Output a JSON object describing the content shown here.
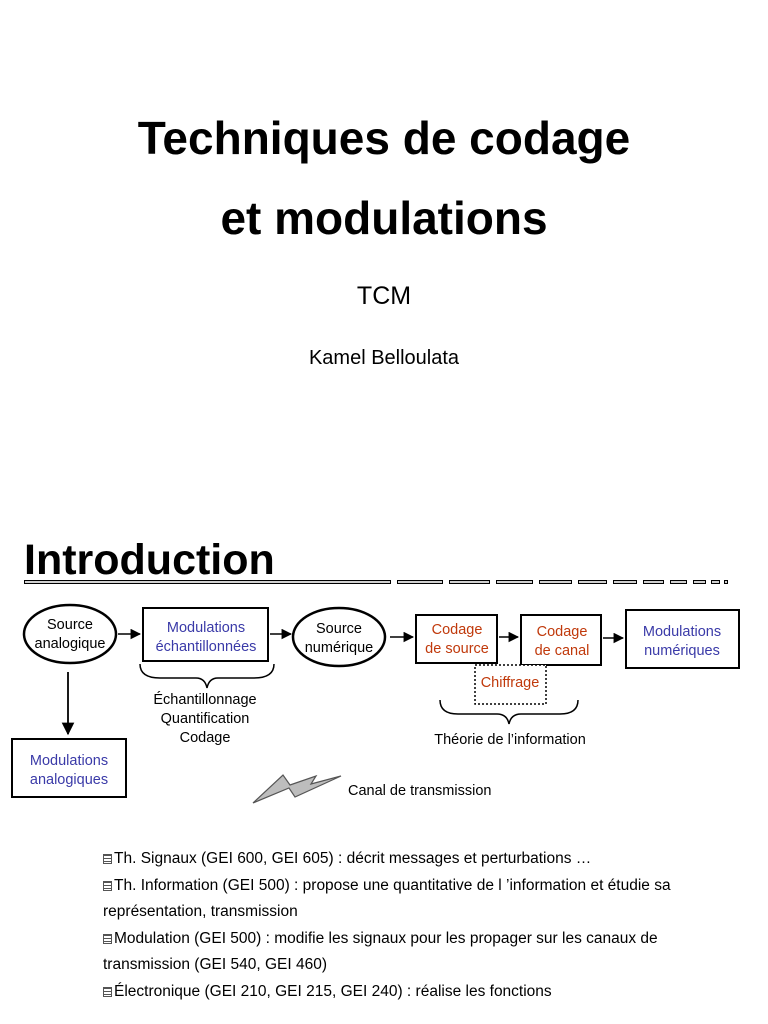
{
  "cover": {
    "title_line1": "Techniques de codage",
    "title_line2": "et modulations",
    "acronym": "TCM",
    "author": "Kamel Belloulata"
  },
  "intro": {
    "heading": "Introduction",
    "diagram": {
      "source_analogique": [
        "Source",
        "analogique"
      ],
      "modulations_echantillonnees": [
        "Modulations",
        "échantillonnées"
      ],
      "source_numerique": [
        "Source",
        "numérique"
      ],
      "codage_source": [
        "Codage",
        "de source"
      ],
      "codage_canal": [
        "Codage",
        "de canal"
      ],
      "modulations_numeriques": [
        "Modulations",
        "numériques"
      ],
      "chiffrage": "Chiffrage",
      "modulations_analogiques": [
        "Modulations",
        "analogiques"
      ],
      "sampling_steps": [
        "Échantillonnage",
        "Quantification",
        "Codage"
      ],
      "theorie_information": "Théorie de l’information",
      "canal_transmission": "Canal de transmission",
      "colors": {
        "blue": "#3a3aa8",
        "red": "#c0390b",
        "black": "#000000"
      }
    },
    "bullets": [
      "Th. Signaux (GEI 600, GEI 605) : décrit messages et perturbations …",
      "Th. Information (GEI 500) : propose une quantitative de l ’information et étudie sa représentation, transmission",
      "Modulation (GEI 500) : modifie les signaux pour les propager sur les canaux de transmission (GEI 540, GEI 460)",
      "Électronique (GEI 210, GEI 215, GEI 240) : réalise les fonctions"
    ]
  }
}
